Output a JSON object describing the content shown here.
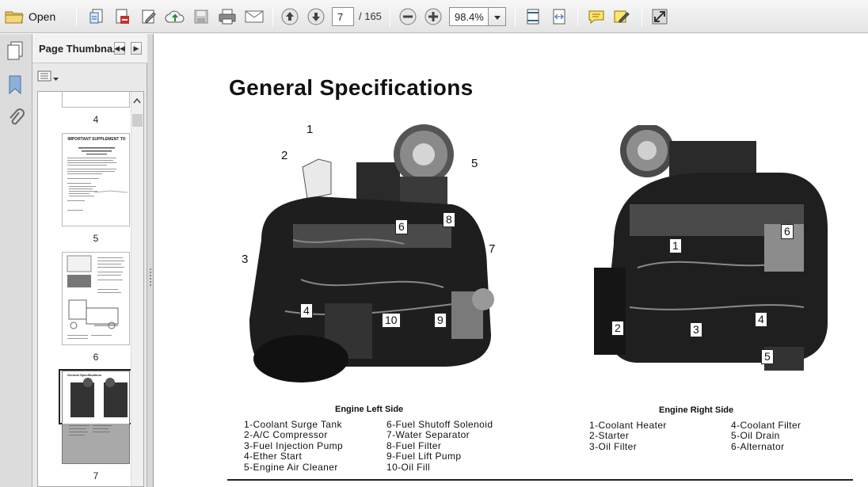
{
  "toolbar": {
    "open_label": "Open",
    "current_page": "7",
    "total_pages": "/ 165",
    "zoom": "98.4%"
  },
  "sidebar": {
    "panel_title": "Page Thumbna...",
    "thumbnails": [
      {
        "label": "4"
      },
      {
        "label": "5",
        "heading": "IMPORTANT SUPPLEMENT TO"
      },
      {
        "label": "6"
      },
      {
        "label": "7",
        "heading": "General Specifications"
      }
    ]
  },
  "document": {
    "title": "General Specifications",
    "left_caption": "Engine Left Side",
    "right_caption": "Engine Right Side",
    "left_legend_col1": [
      "1-Coolant Surge Tank",
      "2-A/C Compressor",
      "3-Fuel Injection Pump",
      "4-Ether Start",
      "5-Engine Air Cleaner"
    ],
    "left_legend_col2": [
      "6-Fuel Shutoff Solenoid",
      "7-Water Separator",
      "8-Fuel Filter",
      "9-Fuel Lift Pump",
      "10-Oil Fill"
    ],
    "right_legend_col1": [
      "1-Coolant Heater",
      "2-Starter",
      "3-Oil Filter"
    ],
    "right_legend_col2": [
      "4-Coolant Filter",
      "5-Oil Drain",
      "6-Alternator"
    ],
    "left_callouts": [
      "1",
      "2",
      "3",
      "4",
      "5",
      "6",
      "7",
      "8",
      "9",
      "10"
    ],
    "right_callouts": [
      "1",
      "2",
      "3",
      "4",
      "5",
      "6"
    ]
  },
  "icons": {
    "toolbar": [
      "open-folder-icon",
      "create-icon",
      "pdf-icon",
      "edit-icon",
      "upload-icon",
      "save-icon",
      "print-icon",
      "email-icon",
      "page-up-icon",
      "page-down-icon",
      "zoom-out-icon",
      "zoom-in-icon",
      "fit-page-icon",
      "fit-width-icon",
      "comment-icon",
      "highlight-icon",
      "fullscreen-icon"
    ],
    "rail": [
      "pages-icon",
      "bookmark-icon",
      "attachment-icon"
    ]
  },
  "colors": {
    "accent": "#2f5fa8",
    "toolbar_bg": "#ececec",
    "panel_bg": "#e9e9e9"
  }
}
